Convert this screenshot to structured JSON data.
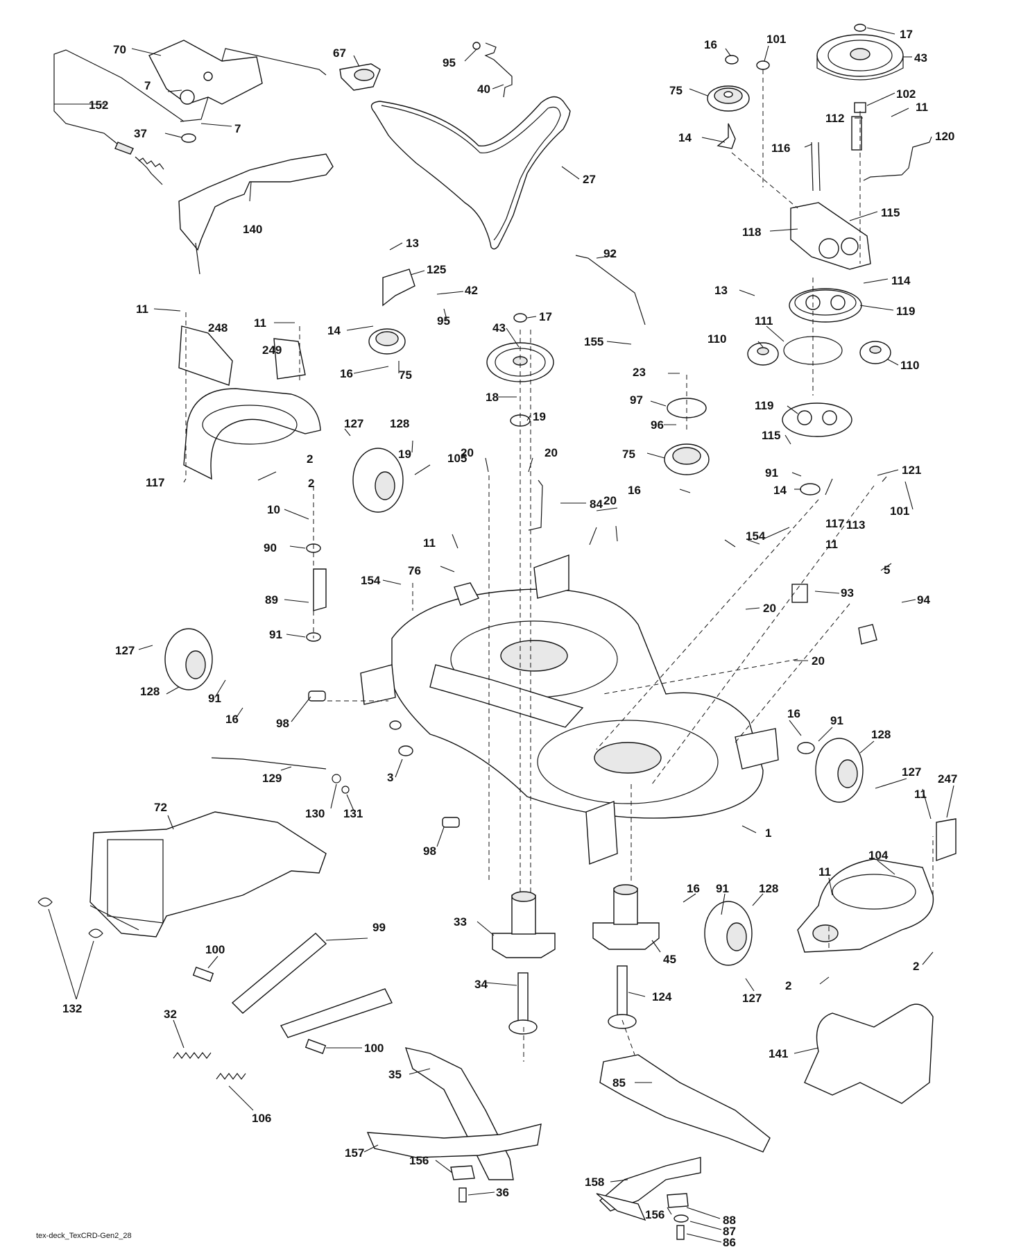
{
  "callouts": [
    {
      "id": "c70",
      "text": "70"
    },
    {
      "id": "c67",
      "text": "67"
    },
    {
      "id": "c95a",
      "text": "95"
    },
    {
      "id": "c40",
      "text": "40"
    },
    {
      "id": "c16a",
      "text": "16"
    },
    {
      "id": "c101a",
      "text": "101"
    },
    {
      "id": "c17a",
      "text": "17"
    },
    {
      "id": "c43a",
      "text": "43"
    },
    {
      "id": "c7a",
      "text": "7"
    },
    {
      "id": "c152",
      "text": "152"
    },
    {
      "id": "c7b",
      "text": "7"
    },
    {
      "id": "c37",
      "text": "37"
    },
    {
      "id": "c75a",
      "text": "75"
    },
    {
      "id": "c102",
      "text": "102"
    },
    {
      "id": "c11a",
      "text": "11"
    },
    {
      "id": "c112",
      "text": "112"
    },
    {
      "id": "c14a",
      "text": "14"
    },
    {
      "id": "c116",
      "text": "116"
    },
    {
      "id": "c120",
      "text": "120"
    },
    {
      "id": "c27",
      "text": "27"
    },
    {
      "id": "c140",
      "text": "140"
    },
    {
      "id": "c115a",
      "text": "115"
    },
    {
      "id": "c118",
      "text": "118"
    },
    {
      "id": "c13a",
      "text": "13"
    },
    {
      "id": "c125",
      "text": "125"
    },
    {
      "id": "c92",
      "text": "92"
    },
    {
      "id": "c42",
      "text": "42"
    },
    {
      "id": "c114",
      "text": "114"
    },
    {
      "id": "c13b",
      "text": "13"
    },
    {
      "id": "c119a",
      "text": "119"
    },
    {
      "id": "c11b",
      "text": "11"
    },
    {
      "id": "c248",
      "text": "248"
    },
    {
      "id": "c11c",
      "text": "11"
    },
    {
      "id": "c14b",
      "text": "14"
    },
    {
      "id": "c95b",
      "text": "95"
    },
    {
      "id": "c17b",
      "text": "17"
    },
    {
      "id": "c43b",
      "text": "43"
    },
    {
      "id": "c249",
      "text": "249"
    },
    {
      "id": "c155",
      "text": "155"
    },
    {
      "id": "c111",
      "text": "111"
    },
    {
      "id": "c110a",
      "text": "110"
    },
    {
      "id": "c110b",
      "text": "110"
    },
    {
      "id": "c16b",
      "text": "16"
    },
    {
      "id": "c75b",
      "text": "75"
    },
    {
      "id": "c23",
      "text": "23"
    },
    {
      "id": "c18",
      "text": "18"
    },
    {
      "id": "c97",
      "text": "97"
    },
    {
      "id": "c119b",
      "text": "119"
    },
    {
      "id": "c127a",
      "text": "127"
    },
    {
      "id": "c128a",
      "text": "128"
    },
    {
      "id": "c19a",
      "text": "19"
    },
    {
      "id": "c96",
      "text": "96"
    },
    {
      "id": "c115b",
      "text": "115"
    },
    {
      "id": "c2a",
      "text": "2"
    },
    {
      "id": "c20a",
      "text": "20"
    },
    {
      "id": "c20b",
      "text": "20"
    },
    {
      "id": "c75c",
      "text": "75"
    },
    {
      "id": "c91a",
      "text": "91"
    },
    {
      "id": "c121",
      "text": "121"
    },
    {
      "id": "c117a",
      "text": "117"
    },
    {
      "id": "c2b",
      "text": "2"
    },
    {
      "id": "c105",
      "text": "105"
    },
    {
      "id": "c16c",
      "text": "16"
    },
    {
      "id": "c14c",
      "text": "14"
    },
    {
      "id": "c19b",
      "text": "19"
    },
    {
      "id": "c84",
      "text": "84"
    },
    {
      "id": "c10",
      "text": "10"
    },
    {
      "id": "c20c",
      "text": "20"
    },
    {
      "id": "c117b",
      "text": "117"
    },
    {
      "id": "c113",
      "text": "113"
    },
    {
      "id": "c101b",
      "text": "101"
    },
    {
      "id": "c11d",
      "text": "11"
    },
    {
      "id": "c154a",
      "text": "154"
    },
    {
      "id": "c90",
      "text": "90"
    },
    {
      "id": "c11e",
      "text": "11"
    },
    {
      "id": "c76",
      "text": "76"
    },
    {
      "id": "c154b",
      "text": "154"
    },
    {
      "id": "c5",
      "text": "5"
    },
    {
      "id": "c93",
      "text": "93"
    },
    {
      "id": "c94",
      "text": "94"
    },
    {
      "id": "c89",
      "text": "89"
    },
    {
      "id": "c20d",
      "text": "20"
    },
    {
      "id": "c91b",
      "text": "91"
    },
    {
      "id": "c127b",
      "text": "127"
    },
    {
      "id": "c20e",
      "text": "20"
    },
    {
      "id": "c128b",
      "text": "128"
    },
    {
      "id": "c91c",
      "text": "91"
    },
    {
      "id": "c16d",
      "text": "16"
    },
    {
      "id": "c98a",
      "text": "98"
    },
    {
      "id": "c16e",
      "text": "16"
    },
    {
      "id": "c91d",
      "text": "91"
    },
    {
      "id": "c128c",
      "text": "128"
    },
    {
      "id": "c3",
      "text": "3"
    },
    {
      "id": "c127c",
      "text": "127"
    },
    {
      "id": "c129",
      "text": "129"
    },
    {
      "id": "c247",
      "text": "247"
    },
    {
      "id": "c11f",
      "text": "11"
    },
    {
      "id": "c130",
      "text": "130"
    },
    {
      "id": "c131",
      "text": "131"
    },
    {
      "id": "c72",
      "text": "72"
    },
    {
      "id": "c1",
      "text": "1"
    },
    {
      "id": "c98b",
      "text": "98"
    },
    {
      "id": "c104",
      "text": "104"
    },
    {
      "id": "c11g",
      "text": "11"
    },
    {
      "id": "c16f",
      "text": "16"
    },
    {
      "id": "c91e",
      "text": "91"
    },
    {
      "id": "c128d",
      "text": "128"
    },
    {
      "id": "c33",
      "text": "33"
    },
    {
      "id": "c45",
      "text": "45"
    },
    {
      "id": "c99",
      "text": "99"
    },
    {
      "id": "c100a",
      "text": "100"
    },
    {
      "id": "c2c",
      "text": "2"
    },
    {
      "id": "c2d",
      "text": "2"
    },
    {
      "id": "c34",
      "text": "34"
    },
    {
      "id": "c124",
      "text": "124"
    },
    {
      "id": "c127d",
      "text": "127"
    },
    {
      "id": "c132",
      "text": "132"
    },
    {
      "id": "c32",
      "text": "32"
    },
    {
      "id": "c100b",
      "text": "100"
    },
    {
      "id": "c141",
      "text": "141"
    },
    {
      "id": "c35",
      "text": "35"
    },
    {
      "id": "c85",
      "text": "85"
    },
    {
      "id": "c106",
      "text": "106"
    },
    {
      "id": "c157",
      "text": "157"
    },
    {
      "id": "c156a",
      "text": "156"
    },
    {
      "id": "c158",
      "text": "158"
    },
    {
      "id": "c88",
      "text": "88"
    },
    {
      "id": "c36",
      "text": "36"
    },
    {
      "id": "c156b",
      "text": "156"
    },
    {
      "id": "c87",
      "text": "87"
    },
    {
      "id": "c86",
      "text": "86"
    }
  ],
  "footer": {
    "label": "tex-deck_TexCRD-Gen2_28"
  }
}
